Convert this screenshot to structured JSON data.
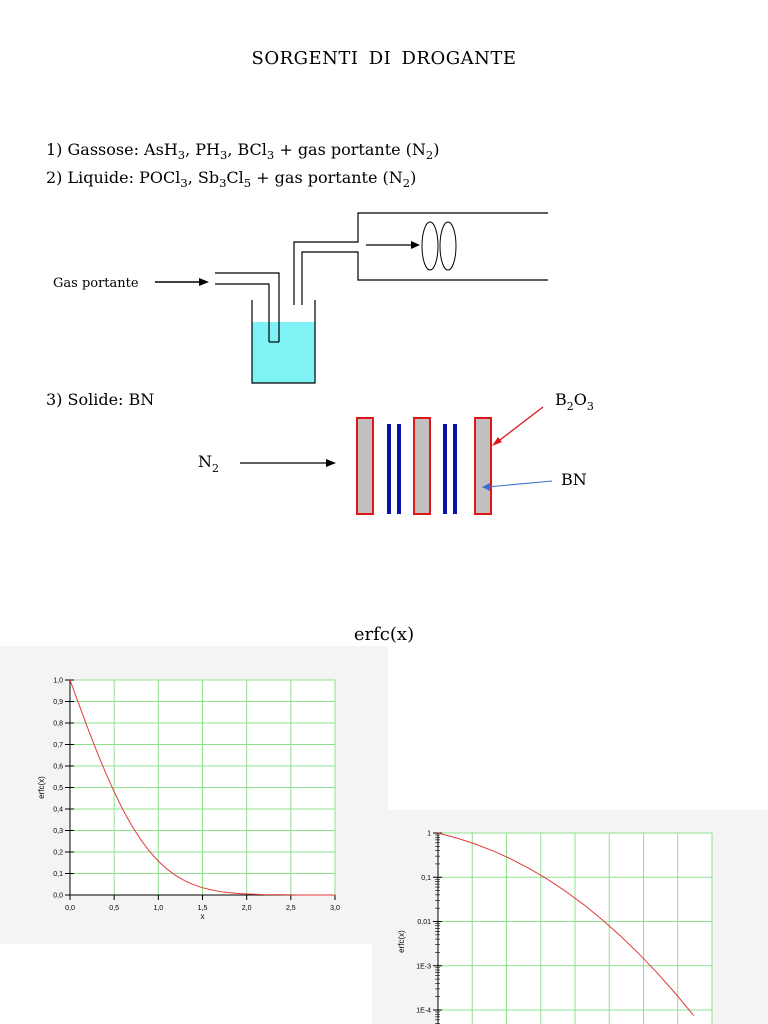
{
  "page": {
    "title": "SORGENTI  DI DROGANTE",
    "items": [
      {
        "num": "1)",
        "label": "Gassose:",
        "formula": [
          [
            "AsH",
            "3"
          ],
          [
            "PH",
            "3"
          ],
          [
            "BCl",
            "3"
          ]
        ],
        "tail": "+ gas portante (N",
        "tail_sub": "2",
        "tail_end": ")"
      },
      {
        "num": "2)",
        "label": "Liquide:",
        "formula": [
          [
            "POCl",
            "3"
          ],
          [
            "Sb",
            "3"
          ],
          [
            "Cl",
            "5"
          ]
        ],
        "tail": "+ gas portante (N",
        "tail_sub": "2",
        "tail_end": ")"
      }
    ],
    "solid_label": "3) Solide: BN",
    "diagram": {
      "gas_label": "Gas portante",
      "n2_label": "N",
      "n2_sub": "2",
      "b2o3_label": "B",
      "b2o3_sub1": "2",
      "b2o3_mid": "O",
      "b2o3_sub2": "3",
      "bn_label": "BN",
      "liquid_color": "#7ff2f5",
      "plate_fill": "#c0c0c0",
      "plate_border": "#e0161a",
      "wafer_color": "#0a10a8",
      "arrow_red": "#e0161a",
      "arrow_blue": "#3a6fd1"
    },
    "chart_heading": "erfc(x)"
  },
  "chart_data": [
    {
      "type": "line",
      "title": "",
      "xlabel": "x",
      "ylabel": "erfc(x)",
      "xlim": [
        0,
        3
      ],
      "ylim": [
        0,
        1
      ],
      "x_ticks": [
        "0,0",
        "0,5",
        "1,0",
        "1,5",
        "2,0",
        "2,5",
        "3,0"
      ],
      "y_ticks": [
        "0,0",
        "0,1",
        "0,2",
        "0,3",
        "0,4",
        "0,5",
        "0,6",
        "0,7",
        "0,8",
        "0,9",
        "1,0"
      ],
      "grid": true,
      "grid_color": "#8fe08f",
      "line_color": "#e23b3b",
      "series": [
        {
          "x": [
            0,
            0.1,
            0.2,
            0.3,
            0.4,
            0.5,
            0.6,
            0.7,
            0.8,
            0.9,
            1.0,
            1.1,
            1.2,
            1.3,
            1.4,
            1.5,
            1.6,
            1.7,
            1.8,
            1.9,
            2.0,
            2.2,
            2.4,
            2.6,
            2.8,
            3.0
          ],
          "y": [
            1.0,
            0.888,
            0.777,
            0.671,
            0.572,
            0.48,
            0.396,
            0.322,
            0.258,
            0.203,
            0.157,
            0.12,
            0.09,
            0.066,
            0.048,
            0.034,
            0.024,
            0.016,
            0.011,
            0.007,
            0.005,
            0.002,
            0.001,
            0.0002,
            0.0001,
            2e-05
          ]
        }
      ]
    },
    {
      "type": "line",
      "title": "",
      "xlabel": "",
      "ylabel": "erfc(x)",
      "log_y": true,
      "ylim": [
        0.0001,
        1
      ],
      "y_ticks": [
        "1",
        "0,1",
        "0,01",
        "1E-3",
        "1E-4"
      ],
      "grid": true,
      "grid_color": "#8fe08f",
      "line_color": "#e23b3b",
      "series": [
        {
          "x": [
            0,
            0.2,
            0.4,
            0.6,
            0.8,
            1.0,
            1.2,
            1.4,
            1.6,
            1.8,
            2.0,
            2.2,
            2.4,
            2.6,
            2.8
          ],
          "y": [
            1.0,
            0.777,
            0.572,
            0.396,
            0.258,
            0.157,
            0.0897,
            0.0477,
            0.0237,
            0.0109,
            0.00468,
            0.00186,
            0.000689,
            0.000236,
            7.5e-05
          ]
        }
      ]
    }
  ]
}
